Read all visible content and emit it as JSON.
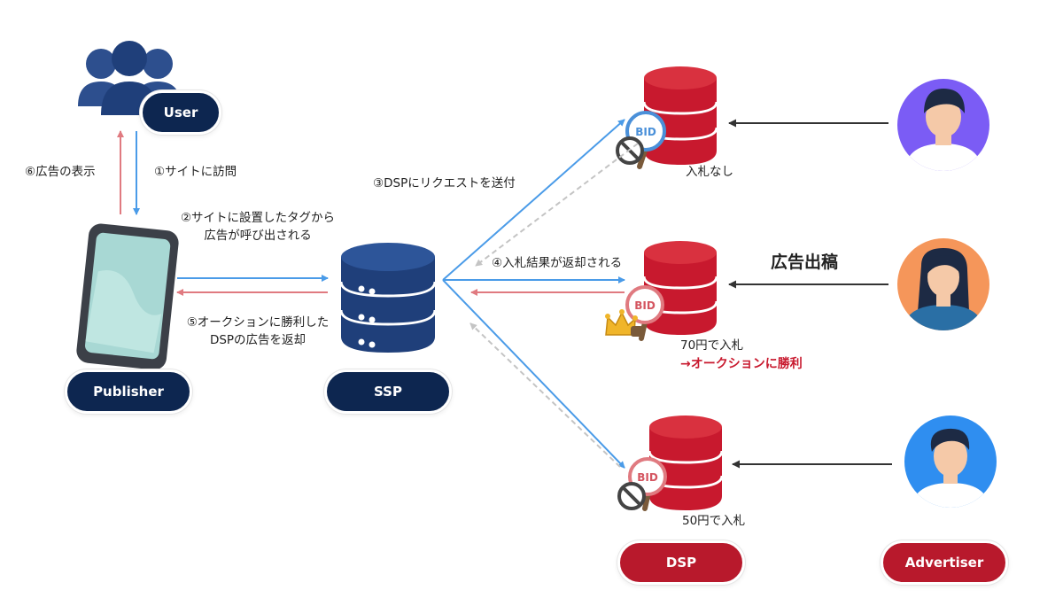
{
  "nodes": {
    "user": "User",
    "publisher": "Publisher",
    "ssp": "SSP",
    "dsp": "DSP",
    "advertiser": "Advertiser"
  },
  "steps": {
    "s1": "①サイトに訪問",
    "s2_line1": "②サイトに設置したタグから",
    "s2_line2": "広告が呼び出される",
    "s3": "③DSPにリクエストを送付",
    "s4": "④入札結果が返却される",
    "s5_line1": "⑤オークションに勝利した",
    "s5_line2": "DSPの広告を返却",
    "s6": "⑥広告の表示"
  },
  "bids": {
    "dsp1": "入札なし",
    "dsp2_line1": "70円で入札",
    "dsp2_line2": "→オークションに勝利",
    "dsp3": "50円で入札",
    "badge": "BID"
  },
  "ad_placement": "広告出稿",
  "colors": {
    "navy": "#0d2650",
    "red": "#b8192c",
    "arrow_blue": "#4a9be8",
    "arrow_red": "#e07a80",
    "arrow_gray": "#c4c4c4",
    "arrow_dark": "#333333",
    "advertiser_purple": "#7b5cf5",
    "advertiser_orange": "#f5965a",
    "advertiser_blue": "#2f8ef0"
  },
  "icons": {
    "user": "users-group-icon",
    "publisher": "smartphone-icon",
    "ssp": "server-stack-icon",
    "dsp": "server-stack-icon",
    "no_bid": "prohibited-icon",
    "win": "crown-icon"
  }
}
